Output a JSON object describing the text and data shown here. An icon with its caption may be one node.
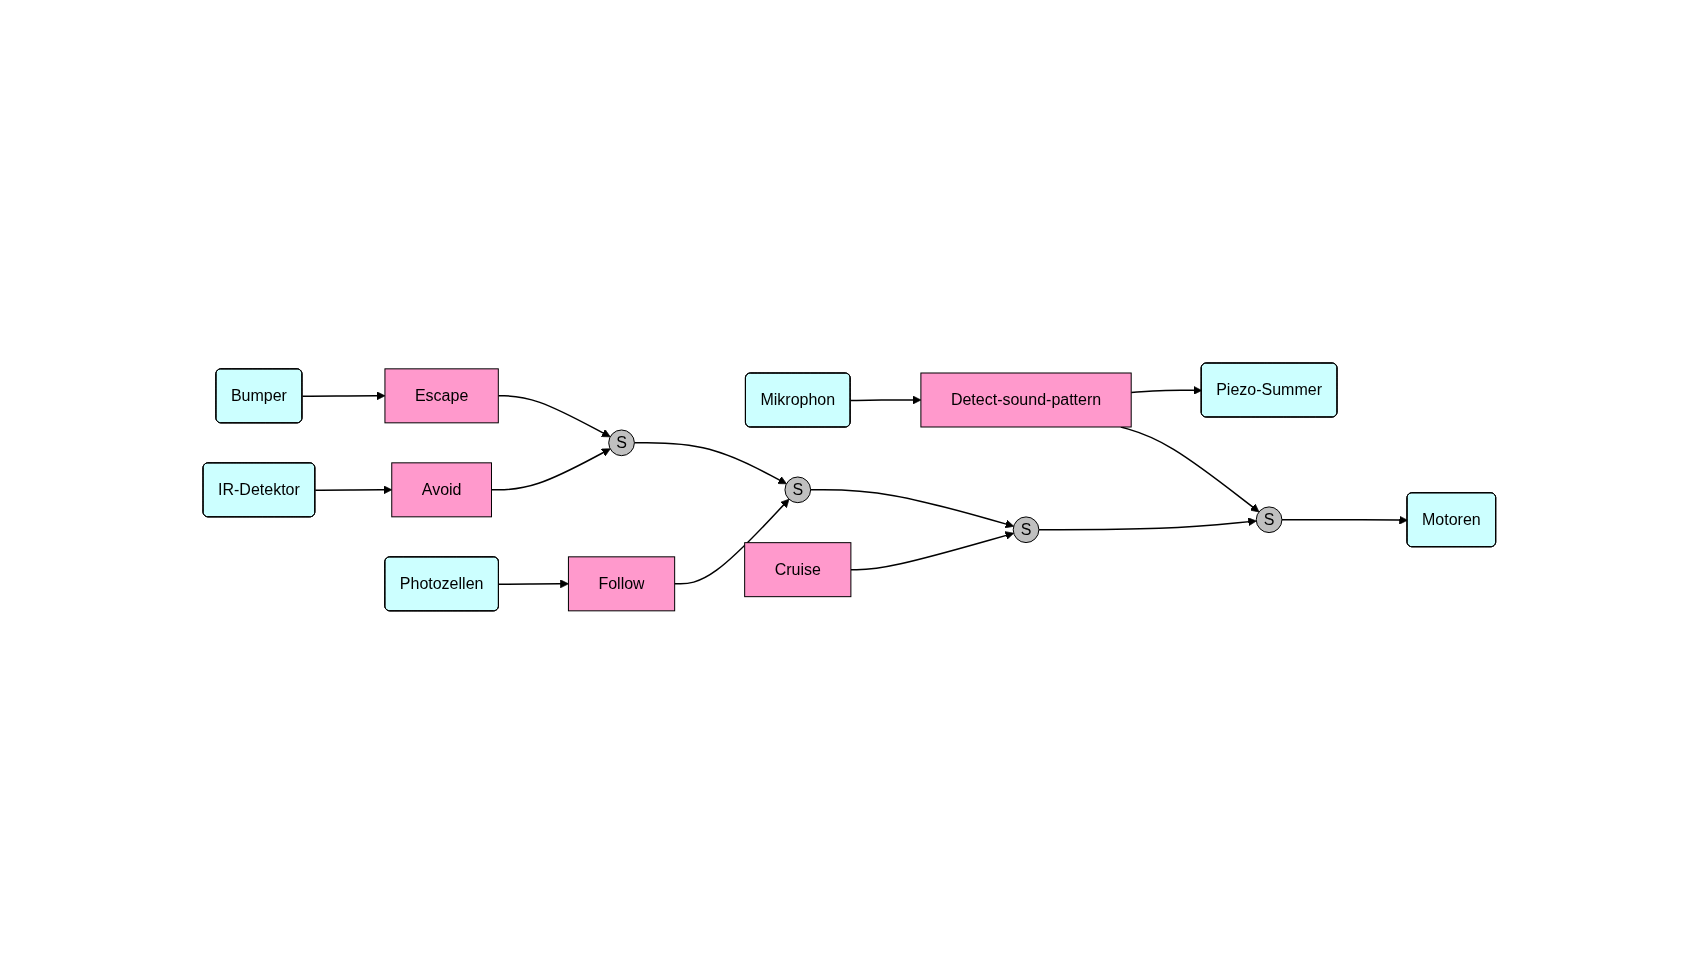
{
  "diagram": {
    "nodes": [
      {
        "text": [
          "Mikrophon"
        ]
      },
      {
        "text": [
          "Detect-sound-pattern"
        ]
      },
      {
        "text": [
          "Piezo-Summer"
        ]
      },
      {
        "text": [
          "Bumper"
        ]
      },
      {
        "text": [
          "Escape"
        ]
      },
      {
        "text": [
          "IR-Detektor"
        ]
      },
      {
        "text": [
          "Avoid"
        ]
      },
      {
        "text": [
          "S"
        ]
      },
      {
        "text": [
          "Photozellen"
        ]
      },
      {
        "text": [
          "Follow"
        ]
      },
      {
        "text": [
          "S"
        ]
      },
      {
        "text": [
          "Cruise"
        ]
      },
      {
        "text": [
          "S"
        ]
      },
      {
        "text": [
          "S"
        ]
      },
      {
        "text": [
          "Motoren"
        ]
      }
    ],
    "edges": [
      {
        "from": 0,
        "to": 1,
        "arrow": "to"
      },
      {
        "from": 1,
        "to": 2,
        "arrow": "to"
      },
      {
        "from": 1,
        "to": 13,
        "arrow": "to"
      },
      {
        "from": 3,
        "to": 4,
        "arrow": "to"
      },
      {
        "from": 4,
        "to": 7,
        "arrow": "to"
      },
      {
        "from": 5,
        "to": 6,
        "arrow": "to"
      },
      {
        "from": 6,
        "to": 7,
        "arrow": "to"
      },
      {
        "from": 7,
        "to": 10,
        "arrow": "to"
      },
      {
        "from": 8,
        "to": 9,
        "arrow": "to"
      },
      {
        "from": 9,
        "to": 10,
        "arrow": "to"
      },
      {
        "from": 10,
        "to": 12,
        "arrow": "to"
      },
      {
        "from": 11,
        "to": 12,
        "arrow": "to"
      },
      {
        "from": 12,
        "to": 13,
        "arrow": "to"
      },
      {
        "from": 13,
        "to": 14,
        "arrow": "to"
      }
    ]
  }
}
